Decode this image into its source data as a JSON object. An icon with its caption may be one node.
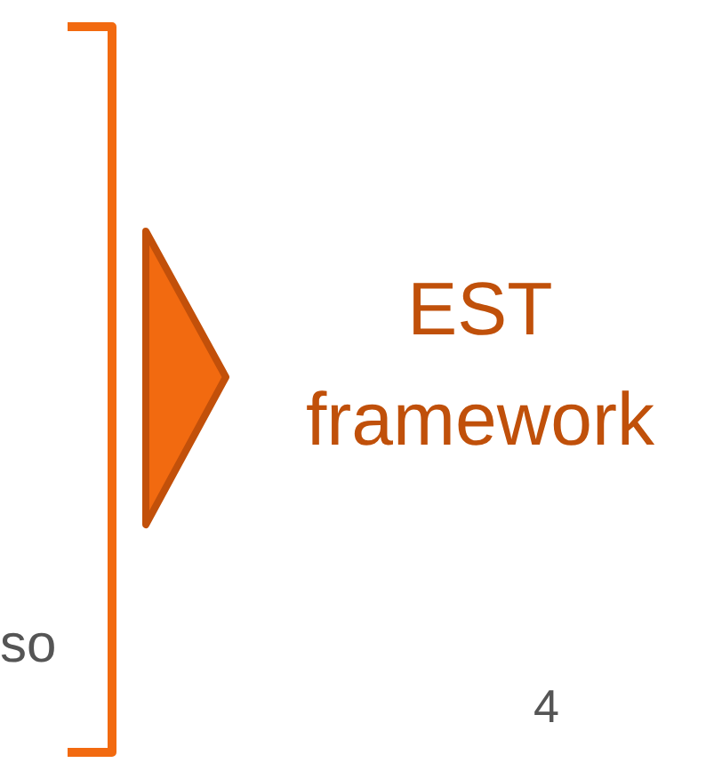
{
  "diagram": {
    "nodes": [
      {
        "text": [],
        "shape": "bracket"
      },
      {
        "text": [
          "EST framework"
        ]
      }
    ],
    "edges": [
      {
        "from": 0,
        "to": 1,
        "arrow": "to"
      }
    ],
    "labels": [
      "so",
      "4"
    ]
  }
}
